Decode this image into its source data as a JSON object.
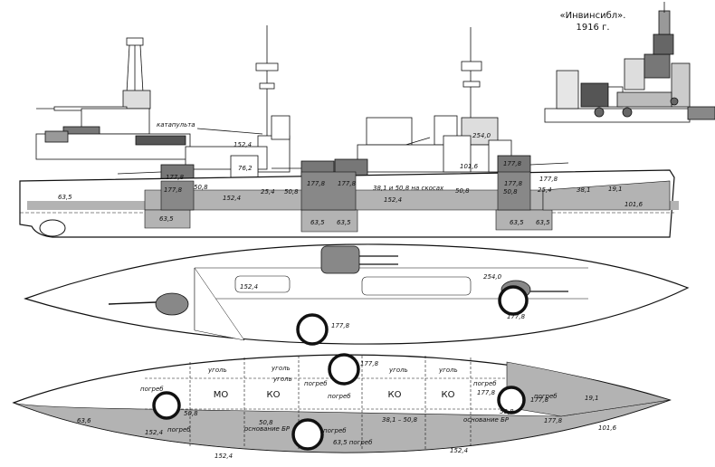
{
  "caption": {
    "line1": "«Инвинсибл».",
    "line2": "1916 г."
  },
  "colors": {
    "armor": "#b3b3b3",
    "hull": "#ffffff",
    "ink": "#111111",
    "water": "#9a9a9a"
  },
  "profile_labels": {
    "catapult": "катапульта",
    "belt_fore": "63,5",
    "belt_fore_low": "63,5",
    "barbette_a": "177,8",
    "turret_a_side": "177,8",
    "belt_a1": "50,8",
    "belt_a2": "152,4",
    "belt_a3": "25,4",
    "belt_a4": "50,8",
    "upper_152": "152,4",
    "fun_762": "76,2",
    "barbette_p": "177,8",
    "barbette_q": "177,8",
    "lower_p": "63,5",
    "lower_q": "63,5",
    "deck_text": "38,1 и 50,8 на скосах",
    "deck_508": "50,8",
    "belt_152_mid": "152,4",
    "cond_254": "254,0",
    "fun_1016": "101,6",
    "barbette_x": "177,8",
    "barbette_x2": "177,8",
    "x_508": "50,8",
    "x_254": "25,4",
    "aft_381": "38,1",
    "aft_191": "19,1",
    "aft_1016": "101,6",
    "aft_1778": "177,8",
    "lower_x1": "63,5",
    "lower_x2": "63,5"
  },
  "plan_labels": {
    "cond_254": "254,0",
    "p_152": "152,4",
    "barbette_177": "177,8",
    "barbette_177b": "177,8"
  },
  "deck_labels": {
    "coal": [
      "уголь",
      "уголь",
      "уголь",
      "уголь",
      "уголь"
    ],
    "mo": "МО",
    "ko1": "КО",
    "ko2": "КО",
    "ko3": "КО",
    "pogreb": [
      "погреб",
      "погреб",
      "погреб",
      "погреб",
      "погреб",
      "погреб",
      "погреб"
    ],
    "barbette_177a": "177,8",
    "barbette_177b": "177,8",
    "v_508a": "50,8",
    "v_508b": "50,8",
    "v_508c": "50,8",
    "osn_br_a": "основание БР",
    "osn_br_b": "основание БР",
    "deck_range": "38,1 – 50,8",
    "aft_635pogreb": "63,5 погреб",
    "bow_635": "63,6",
    "bow_152": "152,4",
    "stern_191": "19,1",
    "stern_1016": "101,6",
    "bottom_152a": "152,4",
    "bottom_152b": "152,4",
    "bot_1778": "177,8",
    "aft_1778": "177,8"
  }
}
